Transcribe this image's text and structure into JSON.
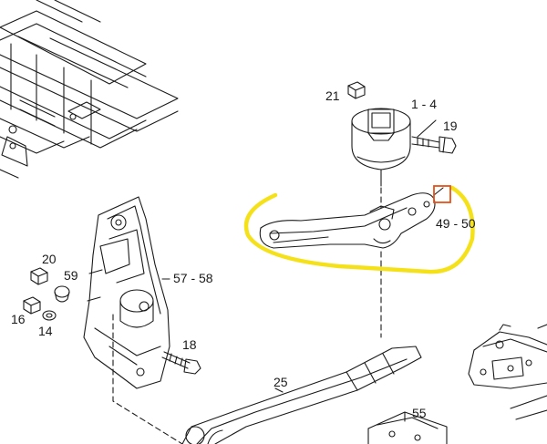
{
  "diagram": {
    "labels": {
      "p21": "21",
      "p1_4": "1 - 4",
      "p19": "19",
      "p49_50": "49 - 50",
      "p20": "20",
      "p59": "59",
      "p57_58": "57 - 58",
      "p16": "16",
      "p14": "14",
      "p18": "18",
      "p25": "25",
      "p55": "55"
    },
    "colors": {
      "line": "#1a1a1a",
      "highlight": "#f5e11a",
      "marker": "#e8501a"
    }
  }
}
